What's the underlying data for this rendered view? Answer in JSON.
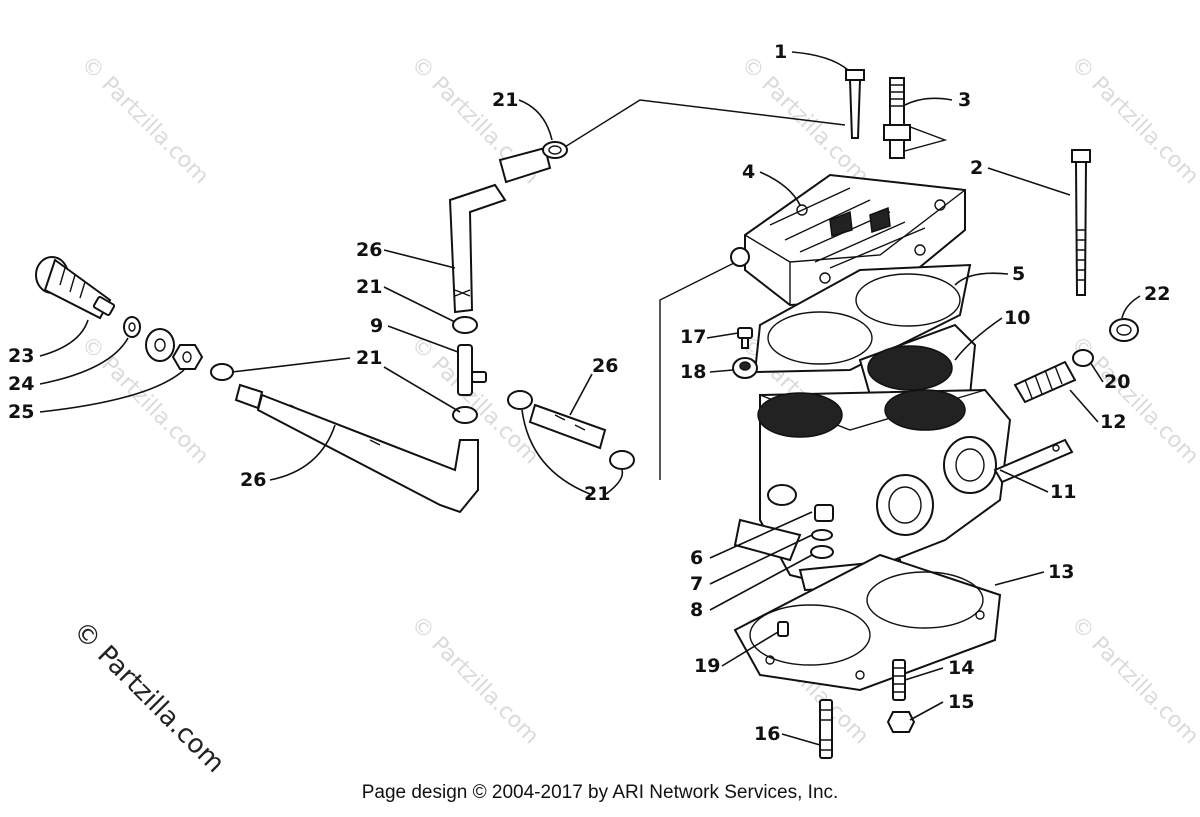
{
  "diagram": {
    "callouts": [
      "1",
      "2",
      "3",
      "4",
      "5",
      "6",
      "7",
      "8",
      "9",
      "10",
      "11",
      "12",
      "13",
      "14",
      "15",
      "16",
      "17",
      "18",
      "19",
      "20",
      "21",
      "22",
      "23",
      "24",
      "25",
      "26"
    ],
    "watermark": "© Partzilla.com"
  },
  "footer": {
    "text": "Page design © 2004-2017 by ARI Network Services, Inc."
  }
}
